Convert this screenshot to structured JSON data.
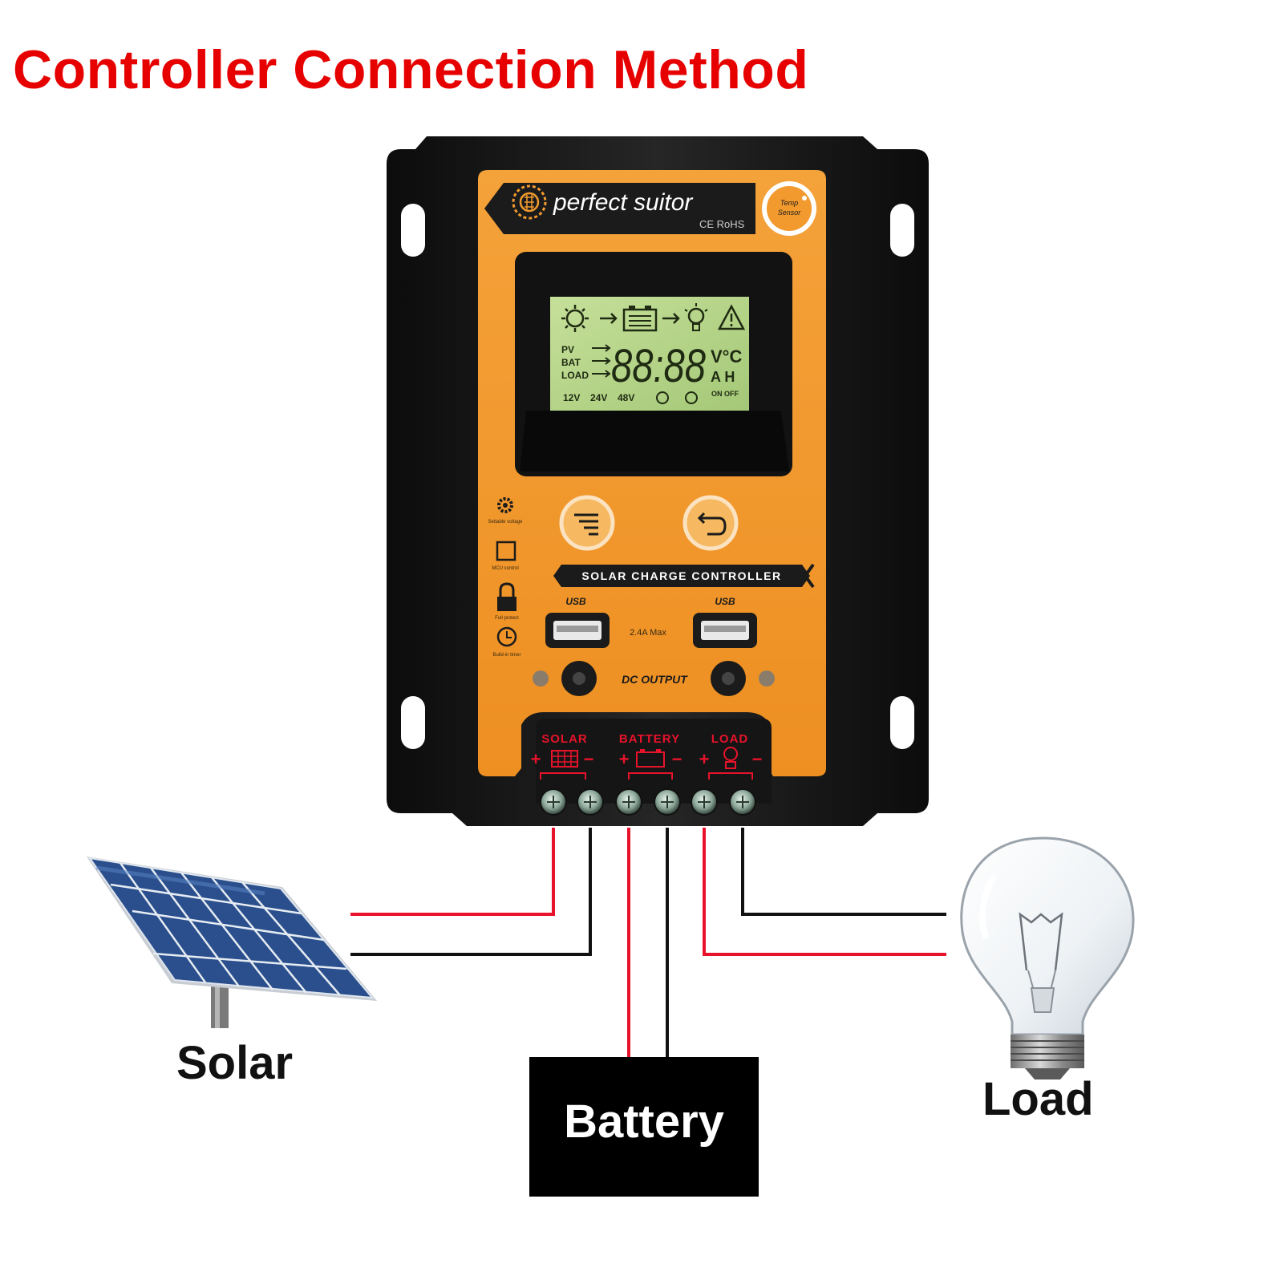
{
  "title": "Controller Connection Method",
  "colors": {
    "title": "#e60000",
    "wire_positive": "#e8132b",
    "wire_negative": "#111111",
    "panel": "#f29a2e",
    "case": "#1a1a1a",
    "lcd": "#b6d58a",
    "solar_cell": "#2a4f8c"
  },
  "controller": {
    "brand": "perfect suitor",
    "certification": "CE  RoHS",
    "temp_sensor_label": "Temp Sensor",
    "lcd": {
      "row_labels": [
        "PV",
        "BAT",
        "LOAD"
      ],
      "digits": "88:88",
      "units_top": "V°C",
      "units_bottom": "A H",
      "voltages": [
        "12V",
        "24V",
        "48V"
      ],
      "on_off": "ON OFF"
    },
    "side_features": [
      "Settable voltage",
      "MCU control",
      "Full protect",
      "Build-in timer"
    ],
    "product_label": "SOLAR CHARGE CONTROLLER",
    "usb_label": "USB",
    "usb_rating": "2.4A Max",
    "dc_output_label": "DC OUTPUT",
    "terminals": [
      {
        "label": "SOLAR",
        "plus": "+",
        "minus": "−"
      },
      {
        "label": "BATTERY",
        "plus": "+",
        "minus": "−"
      },
      {
        "label": "LOAD",
        "plus": "+",
        "minus": "−"
      }
    ]
  },
  "components": {
    "solar": "Solar",
    "battery": "Battery",
    "load": "Load"
  },
  "icons": [
    "sun-icon",
    "battery-icon",
    "bulb-icon",
    "warning-icon",
    "alarm-clock-icon",
    "menu-icon",
    "back-icon",
    "usb-icon",
    "gear-icon",
    "chip-icon",
    "lock-icon",
    "clock-icon",
    "solar-panel-icon",
    "light-bulb-icon"
  ]
}
